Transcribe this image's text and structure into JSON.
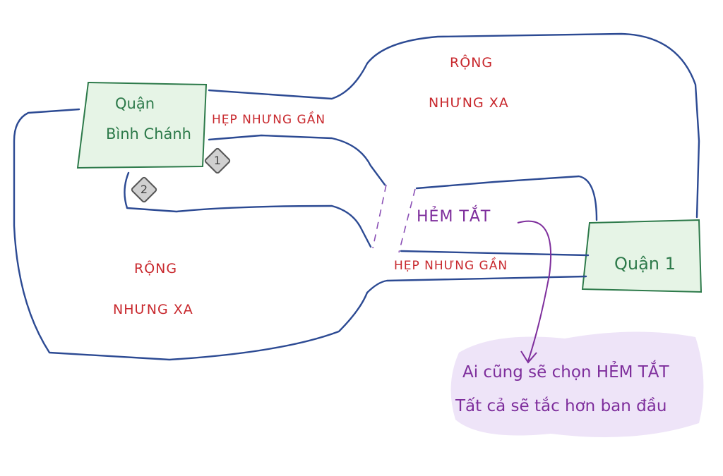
{
  "nodes": {
    "binh_chanh": {
      "line1": "Quận",
      "line2": "Bình Chánh"
    },
    "quan1": {
      "label": "Quận 1"
    }
  },
  "roads": {
    "top_wide": {
      "line1": "RỘNG",
      "line2": "NHƯNG XA"
    },
    "bottom_wide": {
      "line1": "RỘNG",
      "line2": "NHƯNG XA"
    },
    "narrow_left": "HẸP NHƯNG GẦN",
    "narrow_right": "HẸP NHƯNG GẦN",
    "shortcut": "HẺM TẮT"
  },
  "badges": {
    "one": "1",
    "two": "2"
  },
  "note": {
    "line1": "Ai cũng sẽ chọn HẺM TẮT",
    "line2": "Tất cả sẽ tắc hơn ban đầu"
  },
  "colors": {
    "road": "#2c4a93",
    "box_fill": "#e6f4e6",
    "box_stroke": "#2d7a4a",
    "label_red": "#c8282d",
    "note_purple": "#7e2e9c",
    "highlight": "#eee4f8"
  }
}
